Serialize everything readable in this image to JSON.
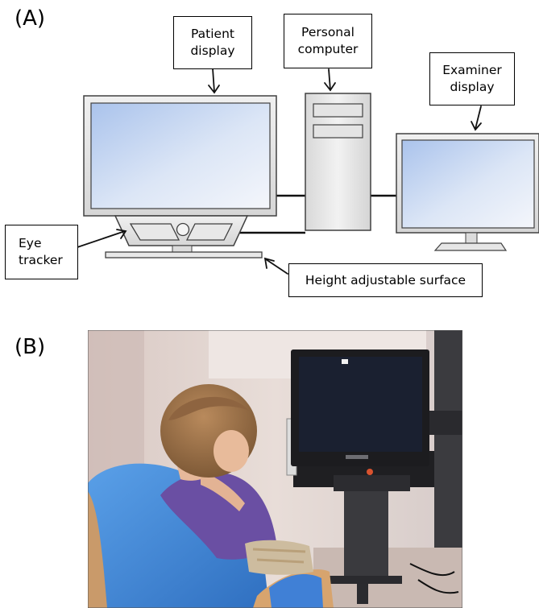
{
  "panel_a": {
    "label": "(A)",
    "callouts": {
      "patient_display": "Patient\ndisplay",
      "personal_computer": "Personal\ncomputer",
      "examiner_display": "Examiner\ndisplay",
      "eye_tracker": "Eye\ntracker",
      "height_adjustable_surface": "Height adjustable surface"
    },
    "colors": {
      "screen_fill_light": "#eef2fa",
      "screen_fill_dark": "#aac3ec",
      "device_fill": "#e6e6e6",
      "outline": "#404040"
    }
  },
  "panel_b": {
    "label": "(B)",
    "description_icon": "photo-child-at-eye-tracker"
  }
}
